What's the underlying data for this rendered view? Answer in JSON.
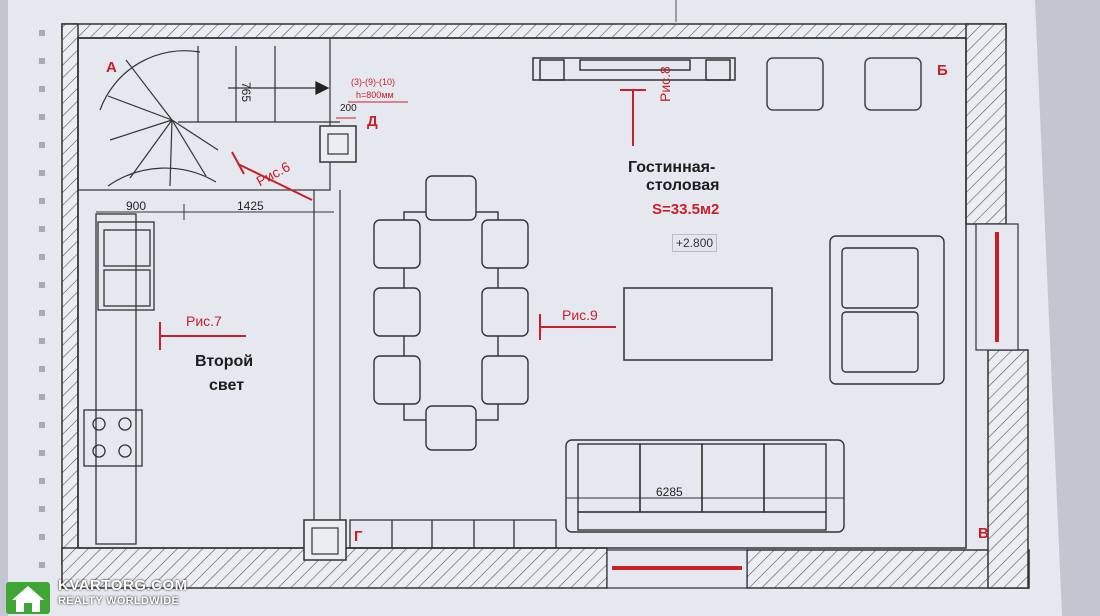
{
  "corners": {
    "a": "А",
    "b": "Б",
    "v": "В",
    "g": "Г",
    "d": "Д"
  },
  "rooms": {
    "living": {
      "name_line1": "Гостинная-",
      "name_line2": "столовая",
      "area": "S=33.5м2",
      "level": "+2.800"
    },
    "light": {
      "name_line1": "Второй",
      "name_line2": "свет"
    }
  },
  "dimensions": {
    "d900": "900",
    "d1425": "1425",
    "d765": "765",
    "d200": "200",
    "d6285": "6285"
  },
  "stair_note": {
    "line1": "(3)-(9)-(10)",
    "line2": "h=800мм"
  },
  "section_refs": {
    "ris6": "Рис.6",
    "ris7": "Рис.7",
    "ris8": "Рис.8",
    "ris9": "Рис.9"
  },
  "watermark": {
    "site": "KVARTORG.COM",
    "tagline": "REALTY  WORLDWIDE",
    "icon": "house-icon"
  },
  "colors": {
    "annotation": "#c8202a",
    "paper": "#e4e6ee",
    "wall": "#ecedf2",
    "line": "#3a3a3a",
    "watermark_green": "#3fa535"
  }
}
